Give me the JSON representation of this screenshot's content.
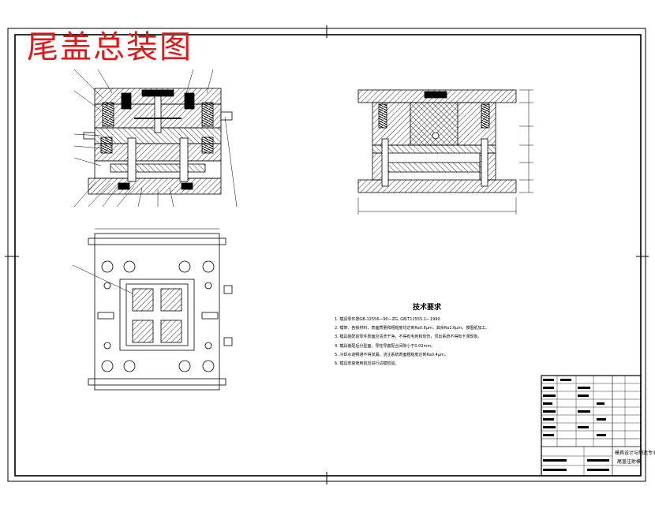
{
  "drawing": {
    "title": "尾盖总装图"
  },
  "technical_requirements": {
    "heading": "技术要求",
    "items": [
      "1. 模具零件按GB-12556—90—ZG, GB/T12555.1—1990",
      "2. 模架、各板材料，表面质量和粗糙度均达到Ra0.8μm，其余Ra1.6μm，按图纸加工。",
      "3. 模具装配前零件表面应清洗干净，不得有毛刺和划伤，顶出系统不得有卡滞现象。",
      "4. 模具装配后分型面，导柱导套配合间隙小于0.02mm。",
      "5. 冷却水道畅通不得渗漏，浇注系统表面粗糙度达到Ra0.4μm。",
      "6. 模具安装使用前应进行试模检验。"
    ]
  },
  "title_block": {
    "drawing_name": "尾盖注射模",
    "company": "模具设计与制造专业"
  },
  "colors": {
    "title": "#e01818",
    "line": "#000000"
  }
}
